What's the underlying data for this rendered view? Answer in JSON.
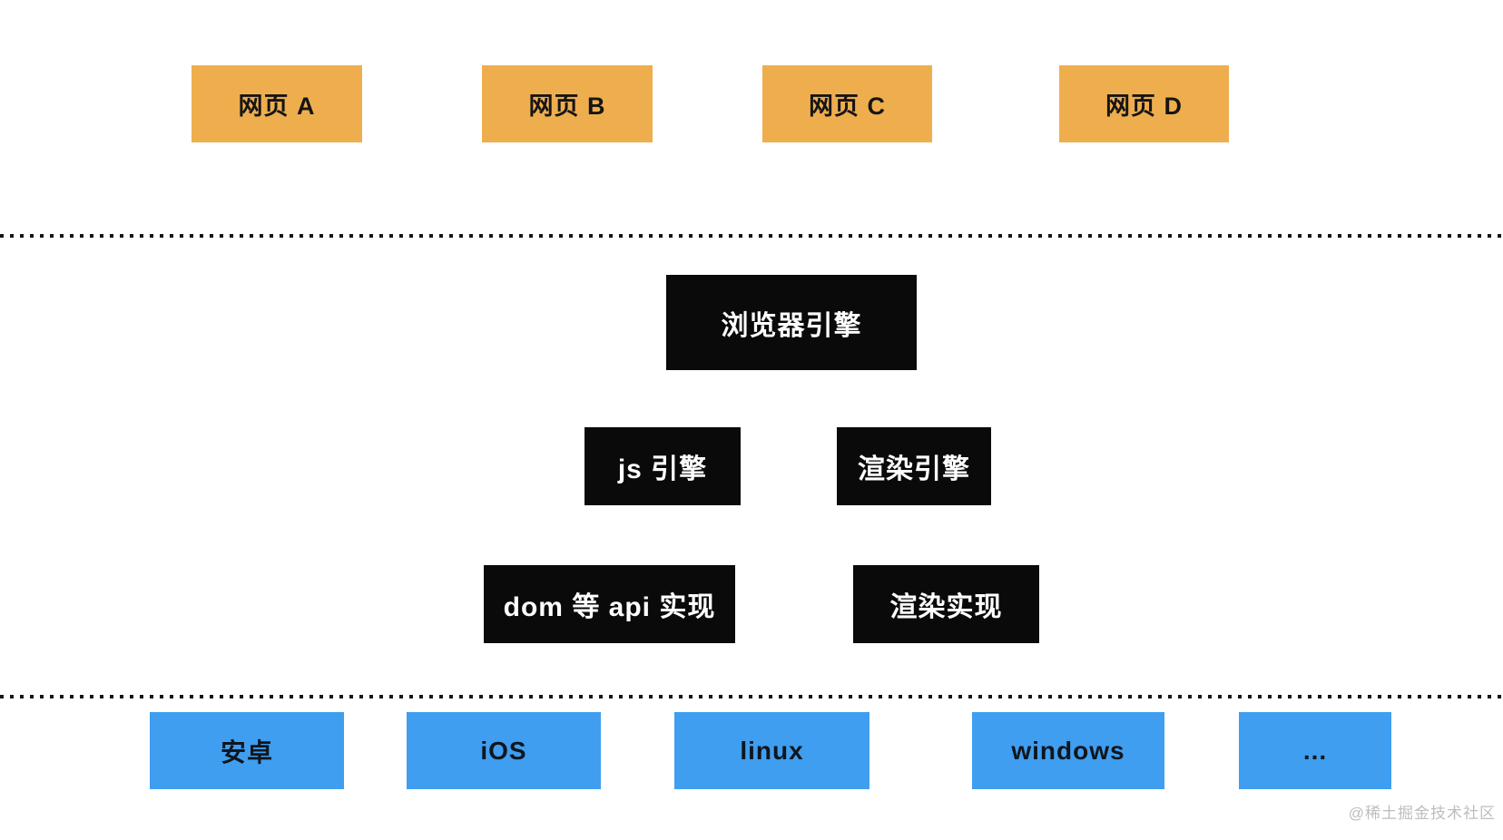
{
  "diagram": {
    "web_layer": {
      "boxes": [
        {
          "label": "网页 A"
        },
        {
          "label": "网页 B"
        },
        {
          "label": "网页 C"
        },
        {
          "label": "网页 D"
        }
      ]
    },
    "engine_layer": {
      "browser_engine_label": "浏览器引擎",
      "js_engine_label": "js 引擎",
      "render_engine_label": "渲染引擎",
      "dom_api_impl_label": "dom 等 api 实现",
      "render_impl_label": "渲染实现"
    },
    "os_layer": {
      "boxes": [
        {
          "label": "安卓"
        },
        {
          "label": "iOS"
        },
        {
          "label": "linux"
        },
        {
          "label": "windows"
        },
        {
          "label": "..."
        }
      ]
    },
    "watermark": "@稀土掘金技术社区",
    "colors": {
      "web_box": "#EFAE4E",
      "engine_box": "#0a0a0a",
      "os_box": "#3F9EF0",
      "watermark_text": "#bdbdbd"
    }
  }
}
